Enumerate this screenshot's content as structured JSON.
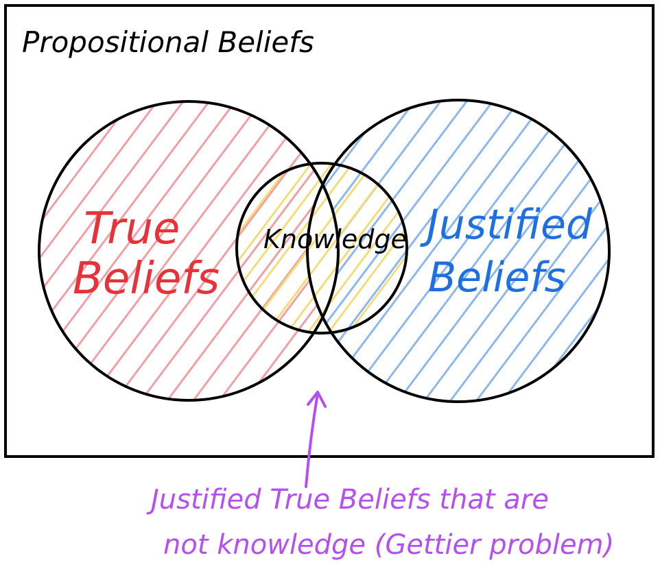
{
  "diagram": {
    "frame_title": "Propositional Beliefs",
    "sets": [
      {
        "key": "true",
        "lines": [
          "True",
          "Beliefs"
        ],
        "color": "#e8323a",
        "hatch_color": "#f0a0a4"
      },
      {
        "key": "justified",
        "lines": [
          "Justified",
          "Beliefs"
        ],
        "color": "#1e6fe0",
        "hatch_color": "#8cb8ec"
      }
    ],
    "center": {
      "label": "Knowledge",
      "hatch_color": "#f5dc7a"
    },
    "overlap_hatch_color": "#c69af0",
    "annotation": {
      "lines": [
        "Justified True Beliefs that are",
        "not knowledge (Gettier problem)"
      ],
      "color": "#b64ff0"
    }
  }
}
